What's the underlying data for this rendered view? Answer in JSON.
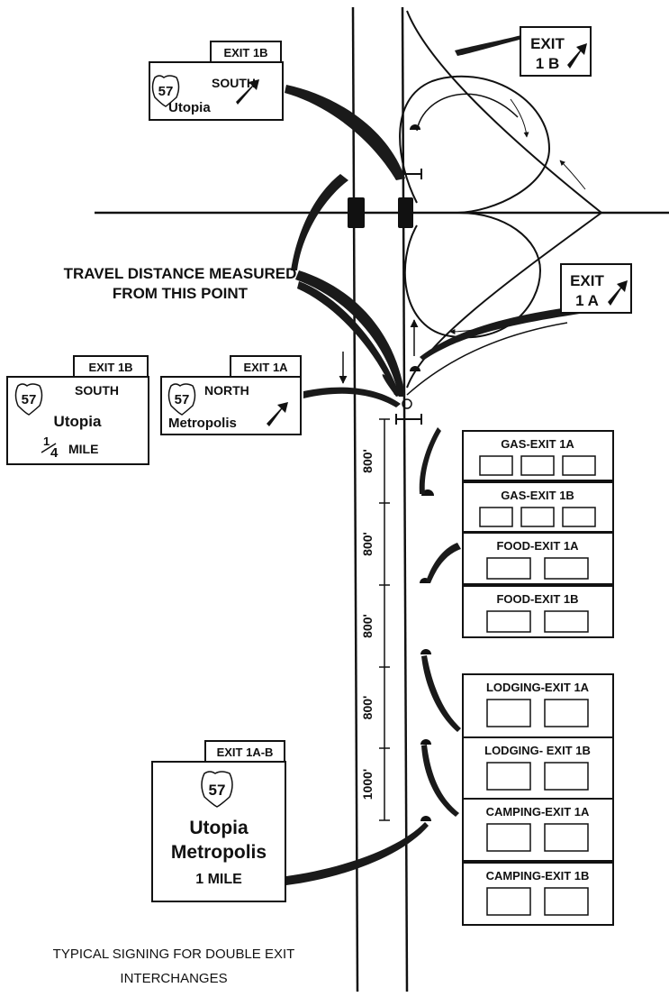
{
  "colors": {
    "ink": "#111111",
    "paper": "#ffffff"
  },
  "caption": {
    "line1": "TYPICAL SIGNING FOR DOUBLE EXIT",
    "line2": "INTERCHANGES"
  },
  "callout": {
    "line1": "TRAVEL DISTANCE MEASURED",
    "line2": "FROM THIS POINT"
  },
  "signs": {
    "exit1b_overhead": {
      "tab": "EXIT 1B",
      "route": "57",
      "direction": "SOUTH",
      "city": "Utopia"
    },
    "exit1b_advance": {
      "tab": "EXIT 1B",
      "route": "57",
      "direction": "SOUTH",
      "city": "Utopia",
      "distance_whole": "",
      "distance_num": "1",
      "distance_den": "4",
      "distance_unit": "MILE"
    },
    "exit1a_overhead": {
      "tab": "EXIT 1A",
      "route": "57",
      "direction": "NORTH",
      "city": "Metropolis"
    },
    "exit1ab_advance": {
      "tab": "EXIT 1A-B",
      "route": "57",
      "city1": "Utopia",
      "city2": "Metropolis",
      "distance": "1 MILE"
    },
    "gore_1b": {
      "line1": "EXIT",
      "line2": "1 B"
    },
    "gore_1a": {
      "line1": "EXIT",
      "line2": "1 A"
    }
  },
  "distances": [
    "800'",
    "800'",
    "800'",
    "800'",
    "1000'"
  ],
  "service_signs": [
    {
      "panels": [
        {
          "label": "GAS-EXIT 1A",
          "boxes": 3
        },
        {
          "label": "GAS-EXIT 1B",
          "boxes": 3
        }
      ]
    },
    {
      "panels": [
        {
          "label": "FOOD-EXIT 1A",
          "boxes": 2
        },
        {
          "label": "FOOD-EXIT 1B",
          "boxes": 2
        }
      ]
    },
    {
      "panels": [
        {
          "label": "LODGING-EXIT 1A",
          "boxes": 2
        },
        {
          "label": "LODGING- EXIT 1B",
          "boxes": 2
        }
      ]
    },
    {
      "panels": [
        {
          "label": "CAMPING-EXIT 1A",
          "boxes": 2
        },
        {
          "label": "CAMPING-EXIT 1B",
          "boxes": 2
        }
      ]
    }
  ]
}
